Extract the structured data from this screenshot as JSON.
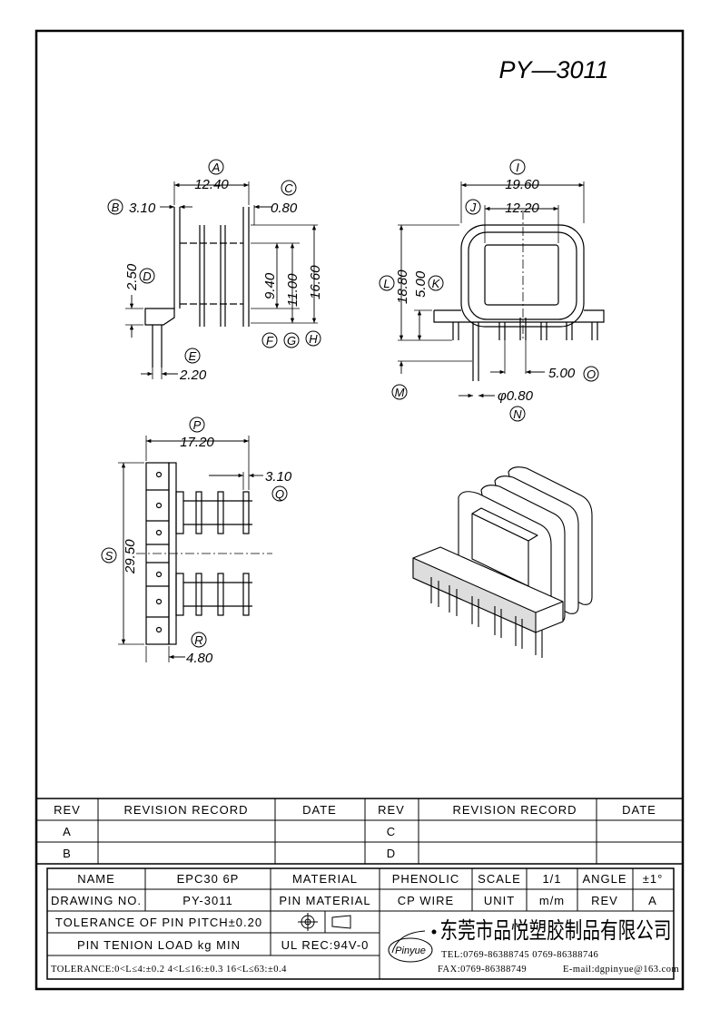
{
  "part_number": "PY—3011",
  "drawing_dims": {
    "front_A": "12.40",
    "front_B": "3.10",
    "front_C": "0.80",
    "front_D": "2.50",
    "front_h1": "9.40",
    "front_h2": "11.00",
    "front_h3": "16.60",
    "front_E": "2.20",
    "side_I": "19.60",
    "side_J": "12.20",
    "side_L": "18.80",
    "side_K": "5.00",
    "side_O": "5.00",
    "side_N": "φ0.80",
    "bottom_P": "17.20",
    "bottom_Q": "3.10",
    "bottom_S": "29.50",
    "bottom_R": "4.80"
  },
  "callouts": [
    "A",
    "B",
    "C",
    "D",
    "E",
    "F",
    "G",
    "H",
    "I",
    "J",
    "K",
    "L",
    "M",
    "N",
    "O",
    "P",
    "Q",
    "R",
    "S"
  ],
  "revision_table": {
    "headers": [
      "REV",
      "REVISION RECORD",
      "DATE",
      "REV",
      "REVISION RECORD",
      "DATE"
    ],
    "rows": [
      [
        "A",
        "",
        "",
        "C",
        "",
        ""
      ],
      [
        "B",
        "",
        "",
        "D",
        "",
        ""
      ]
    ]
  },
  "title_block": {
    "name_label": "NAME",
    "name_value": "EPC30  6P",
    "material_label": "MATERIAL",
    "material_value": "PHENOLIC",
    "scale_label": "SCALE",
    "scale_value": "1/1",
    "angle_label": "ANGLE",
    "angle_value": "±1°",
    "drawing_no_label": "DRAWING NO.",
    "drawing_no_value": "PY-3011",
    "pin_material_label": "PIN MATERIAL",
    "pin_material_value": "CP WIRE",
    "unit_label": "UNIT",
    "unit_value": "m/m",
    "rev_label": "REV",
    "rev_value": "A",
    "tolerance_pitch": "TOLERANCE OF PIN PITCH±0.20",
    "pin_tension": "PIN TENION LOAD        kg MIN",
    "ul_rec": "UL REC:94V-0",
    "tolerance_line": "TOLERANCE:0<L≤4:±0.2  4<L≤16:±0.3  16<L≤63:±0.4",
    "logo_text": "Pinyue",
    "company": "东莞市品悦塑胶制品有限公司",
    "tel": "TEL:0769-86388745    0769-86388746",
    "fax": "FAX:0769-86388749",
    "email": "E-mail:dgpinyue@163.com"
  }
}
